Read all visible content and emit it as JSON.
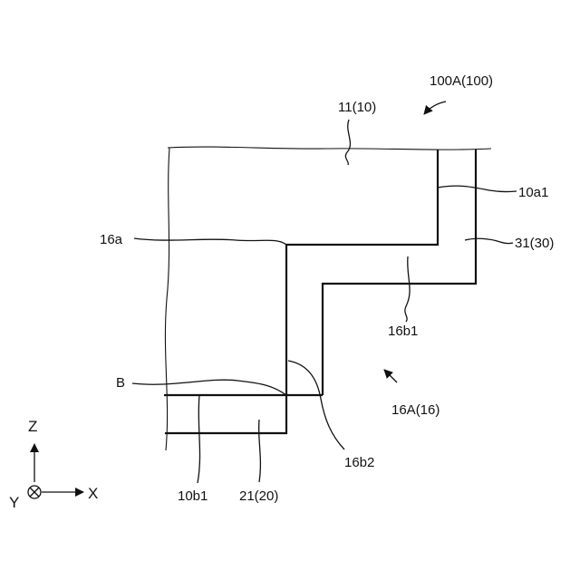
{
  "diagram": {
    "labels": {
      "assembly": "100A(100)",
      "member_top": "11(10)",
      "surface_10a1": "10a1",
      "face_16a": "16a",
      "member_31": "31(30)",
      "edge_16b1": "16b1",
      "point_b": "B",
      "part_16a": "16A(16)",
      "edge_16b2": "16b2",
      "surface_10b1": "10b1",
      "member_21": "21(20)"
    },
    "axes": {
      "z": "Z",
      "x": "X",
      "y": "Y"
    }
  }
}
